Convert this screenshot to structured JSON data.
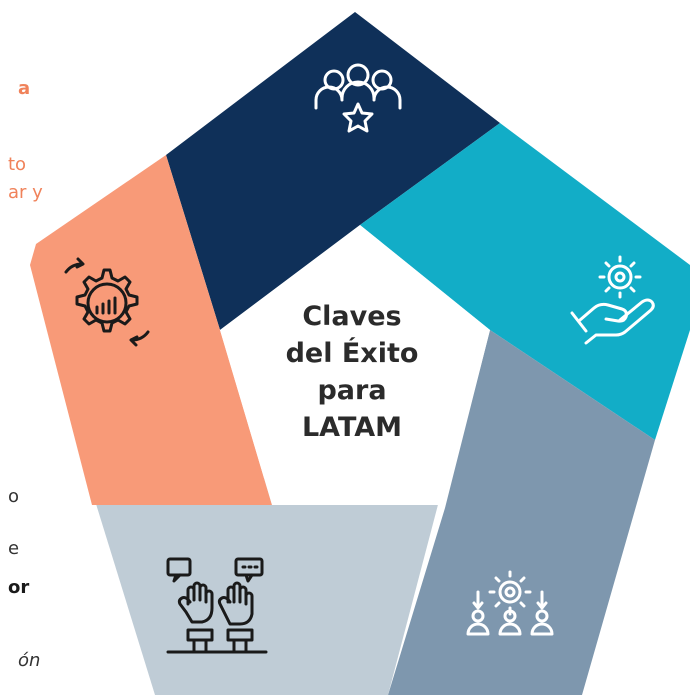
{
  "center": {
    "lines": [
      "Claves",
      "del Éxito",
      "para",
      "LATAM"
    ]
  },
  "colors": {
    "navy": "#0f3059",
    "teal": "#12adc7",
    "slate": "#7e97ae",
    "light_gray": "#bfccd6",
    "salmon": "#f89a78",
    "center_bg": "#ffffff",
    "icon_stroke": "#ffffff",
    "icon_dark": "#1a1a1a",
    "accent_text": "#f0825a"
  },
  "left_fragments": [
    {
      "text": "a",
      "color": "#f0825a",
      "bold": true
    },
    {
      "text": "to",
      "color": "#f0825a",
      "bold": false
    },
    {
      "text": "ar y",
      "color": "#f0825a",
      "bold": false
    },
    {
      "text": "o",
      "color": "#333333",
      "bold": false
    },
    {
      "text": "e",
      "color": "#333333",
      "bold": false
    },
    {
      "text": "or",
      "color": "#1a1a1a",
      "bold": true
    },
    {
      "text": "ón",
      "color": "#333333",
      "bold": false
    }
  ],
  "icons": [
    "team-star-icon",
    "hand-gear-icon",
    "hierarchy-network-icon",
    "raised-hands-icon",
    "gear-chart-cycle-icon"
  ]
}
